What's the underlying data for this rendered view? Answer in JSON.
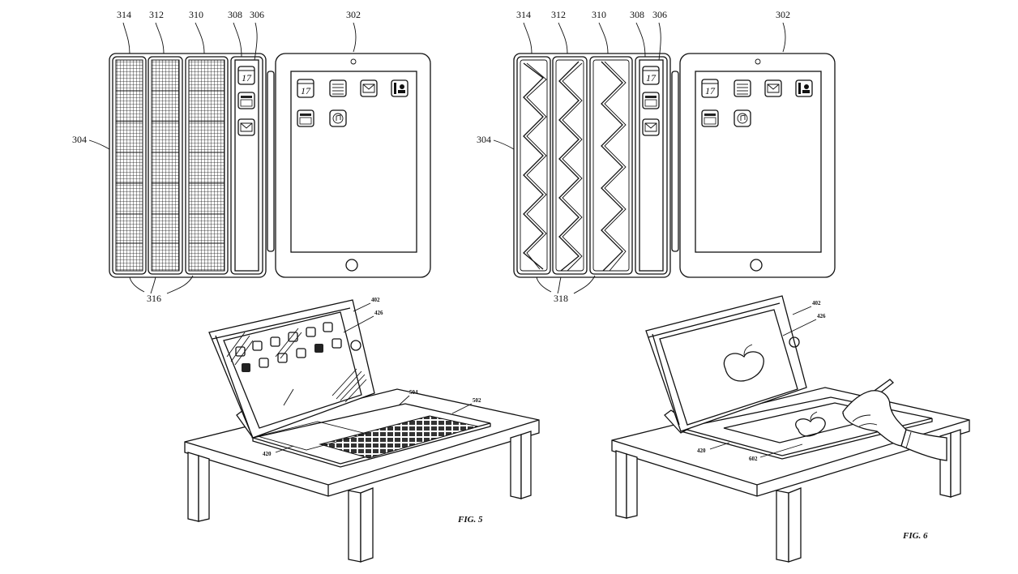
{
  "fig3": {
    "ref_314": "314",
    "ref_312": "312",
    "ref_310": "310",
    "ref_308": "308",
    "ref_306": "306",
    "ref_302": "302",
    "ref_304": "304",
    "ref_316": "316",
    "app_date": "17",
    "icons": [
      "calendar-icon",
      "notes-icon",
      "mail-icon",
      "contacts-icon",
      "video-icon",
      "music-icon"
    ],
    "strip_icons": [
      "calendar-icon",
      "video-icon",
      "mail-icon"
    ]
  },
  "fig4": {
    "ref_314": "314",
    "ref_312": "312",
    "ref_310": "310",
    "ref_308": "308",
    "ref_306": "306",
    "ref_302": "302",
    "ref_304": "304",
    "ref_318": "318",
    "app_date": "17"
  },
  "fig5": {
    "label": "FIG. 5",
    "ref_402": "402",
    "ref_426": "426",
    "ref_504": "504",
    "ref_502": "502",
    "ref_420": "420"
  },
  "fig6": {
    "label": "FIG. 6",
    "ref_402": "402",
    "ref_426": "426",
    "ref_420": "420",
    "ref_602": "602"
  }
}
